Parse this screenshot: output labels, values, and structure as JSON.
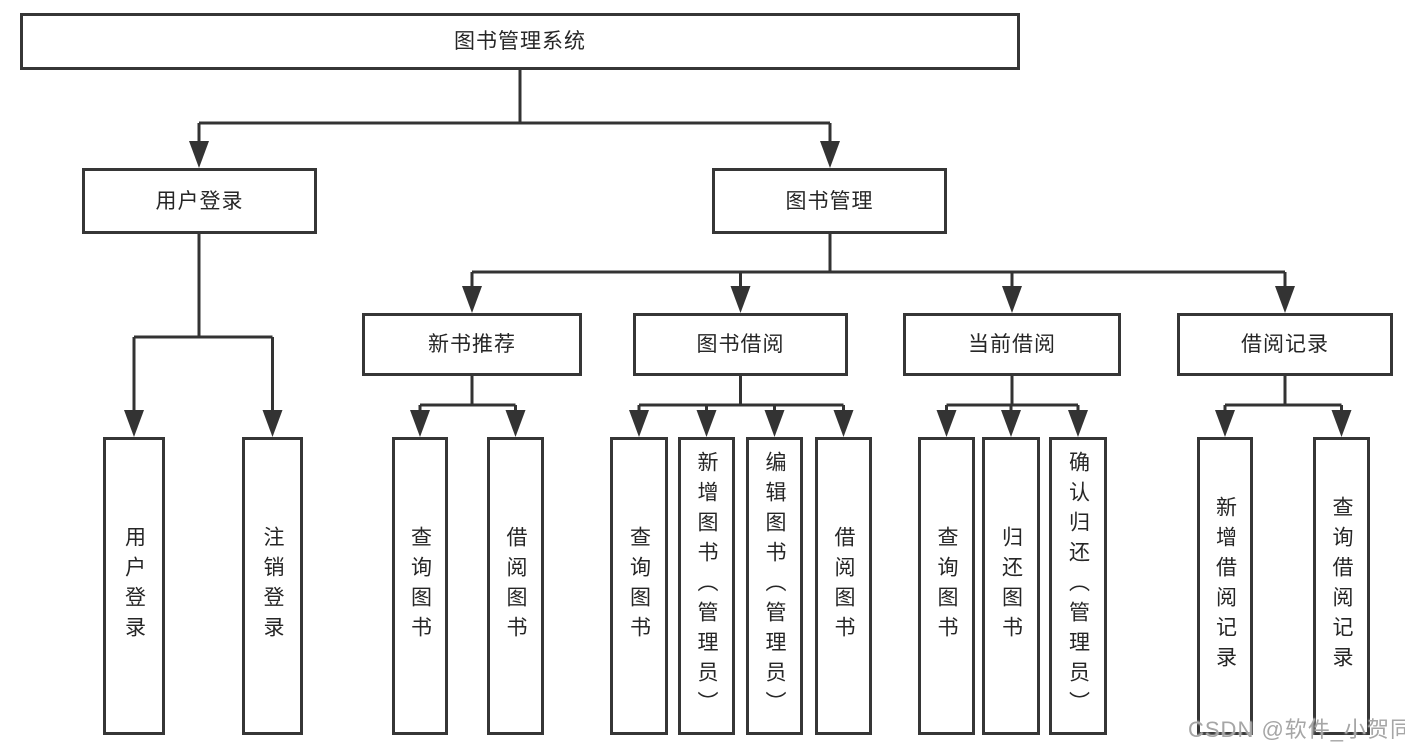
{
  "diagram": {
    "colors": {
      "line": "#333333",
      "border": "#363636",
      "text": "#262626",
      "watermark": "#a6a6a6",
      "background": "#ffffff"
    },
    "watermark": "CSDN @软件_小贺同学",
    "nodes": {
      "root": {
        "label": "图书管理系统"
      },
      "user_login": {
        "label": "用户登录"
      },
      "book_management": {
        "label": "图书管理"
      },
      "new_book_recommend": {
        "label": "新书推荐"
      },
      "book_borrow": {
        "label": "图书借阅"
      },
      "current_borrow": {
        "label": "当前借阅"
      },
      "borrow_records": {
        "label": "借阅记录"
      },
      "leaf_user_login": {
        "label": "用户登录"
      },
      "leaf_logout": {
        "label": "注销登录"
      },
      "leaf_rec_query_books": {
        "label": "查询图书"
      },
      "leaf_rec_borrow_books": {
        "label": "借阅图书"
      },
      "leaf_bb_query_books": {
        "label": "查询图书"
      },
      "leaf_bb_add_books_admin": {
        "label": "新增图书（管理员）"
      },
      "leaf_bb_edit_books_admin": {
        "label": "编辑图书（管理员）"
      },
      "leaf_bb_borrow_books": {
        "label": "借阅图书"
      },
      "leaf_cb_query_books": {
        "label": "查询图书"
      },
      "leaf_cb_return_books": {
        "label": "归还图书"
      },
      "leaf_cb_confirm_return_admin": {
        "label": "确认归还（管理员）"
      },
      "leaf_br_add_record": {
        "label": "新增借阅记录"
      },
      "leaf_br_query_record": {
        "label": "查询借阅记录"
      }
    }
  }
}
